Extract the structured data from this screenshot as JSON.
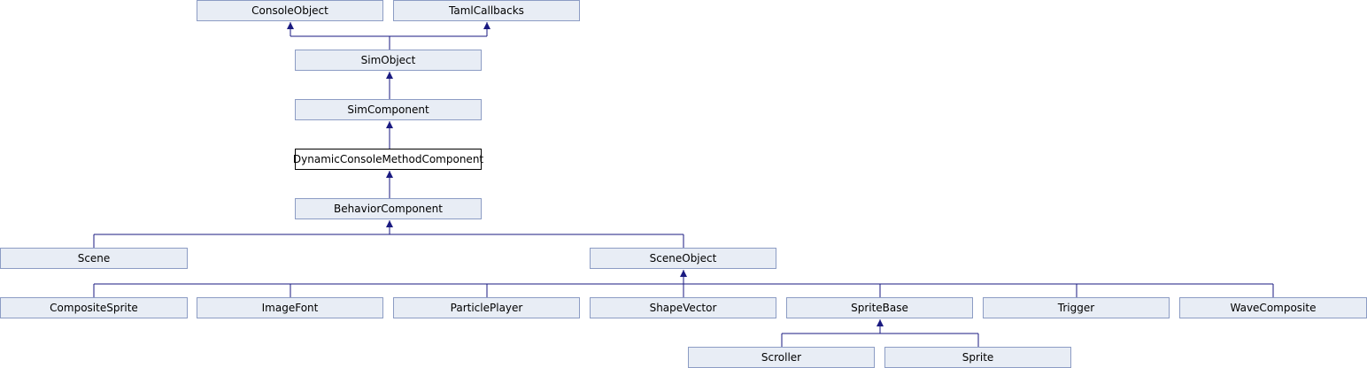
{
  "nodes": {
    "console_object": "ConsoleObject",
    "taml_callbacks": "TamlCallbacks",
    "sim_object": "SimObject",
    "sim_component": "SimComponent",
    "dynamic_console_method_component": "DynamicConsoleMethodComponent",
    "behavior_component": "BehaviorComponent",
    "scene": "Scene",
    "scene_object": "SceneObject",
    "composite_sprite": "CompositeSprite",
    "image_font": "ImageFont",
    "particle_player": "ParticlePlayer",
    "shape_vector": "ShapeVector",
    "sprite_base": "SpriteBase",
    "trigger": "Trigger",
    "wave_composite": "WaveComposite",
    "scroller": "Scroller",
    "sprite": "Sprite"
  },
  "colors": {
    "node_fill": "#e8edf5",
    "node_border": "#8c9cc4",
    "current_node_border": "#000000",
    "edge": "#1a1a80"
  }
}
